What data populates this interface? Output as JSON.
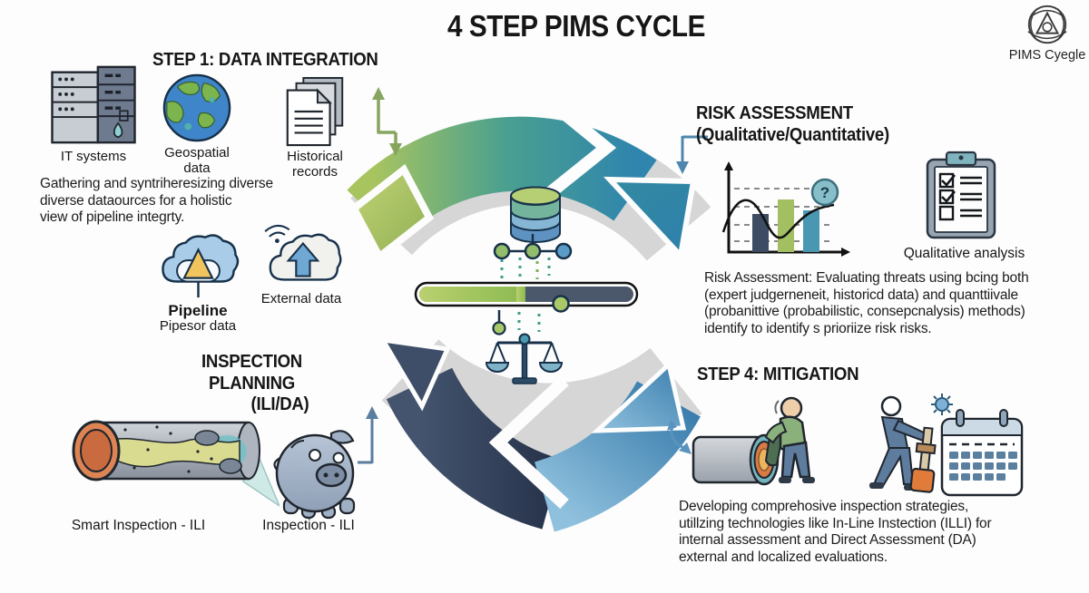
{
  "title": "4 STEP PIMS CYCLE",
  "logo": {
    "label": "PIMS Cyegle"
  },
  "step1": {
    "heading": "STEP 1: DATA INTEGRATION",
    "it_label": "IT systems",
    "geo_label": "Geospatial\ndata",
    "hist_label": "Historical\nrecords",
    "description": "Gathering and syntriheresizing diverse\ndiverse dataources for a holistic\nview of pipeline integrty.",
    "pipeline_label_bold": "Pipeline",
    "pipeline_label": "Pipesor data",
    "external_label": "External data"
  },
  "risk": {
    "heading": "RISK ASSESSMENT\n(Qualitative/Quantitative)",
    "question_glyph": "?",
    "chart_label": "Qualitative analysis",
    "description": "Risk Assessment: Evaluating threats using bcing both\n(expert judgerneneit, historicd data) and quanttiivale\n(probanittive (probabilistic, consepcnalysis) methods)\nidentify to identify s prioriize risk risks."
  },
  "inspection": {
    "heading_line1": "INSPECTION PLANNING",
    "heading_line2": "(ILI/DA)",
    "smart_label": "Smart Inspection - ILI",
    "pig_label": "Inspection - ILI"
  },
  "mitigation": {
    "heading": "STEP 4: MITIGATION",
    "description": "Developing comprehosive inspection strategies,\nutillzing technologies like In-Line Instection (ILLI) for\ninternal assessment and Direct Assessment (DA)\nexternal and localized evaluations."
  },
  "colors": {
    "arc_green": "#a8c45f",
    "arc_teal": "#4aa08f",
    "arc_blue": "#2f85ad",
    "arc_navy": "#3f4f6a",
    "arc_navy_dark": "#263245",
    "arc_lightblue": "#85b9da",
    "arc_midblue": "#3d7fae",
    "gray_ring": "#d6d6d6",
    "progress_green": "#a9c968",
    "progress_dark": "#4b586c"
  },
  "icons": {
    "it": "server-rack-icon",
    "geo": "globe-icon",
    "hist": "documents-icon",
    "pipeline": "cloud-warning-icon",
    "external": "cloud-upload-icon",
    "risk_chart": "risk-graph-icon",
    "qualitative": "clipboard-checklist-icon",
    "pipe": "pipeline-cutaway-icon",
    "pig": "inspection-pig-icon",
    "repair": "pipe-repair-icon",
    "calendar": "maintenance-schedule-icon",
    "center": "data-balance-icon"
  }
}
